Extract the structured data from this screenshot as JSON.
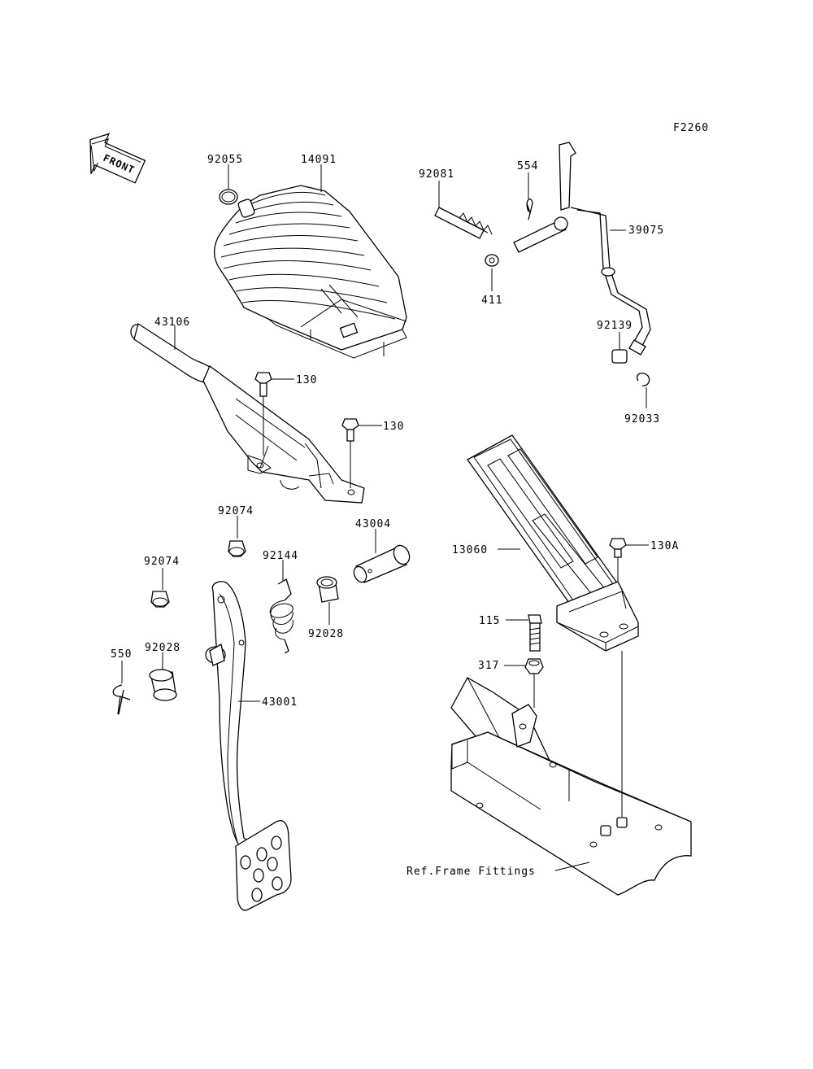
{
  "figure_code": "F2260",
  "front_arrow_label": "FRONT",
  "reference_label": "Ref.Frame Fittings",
  "callouts": {
    "c92055": "92055",
    "c14091": "14091",
    "c92081": "92081",
    "c554": "554",
    "c39075": "39075",
    "c411": "411",
    "c43106": "43106",
    "c130a": "130",
    "c130b": "130",
    "c92139": "92139",
    "c92033": "92033",
    "c92074a": "92074",
    "c43004": "43004",
    "c92074b": "92074",
    "c92144": "92144",
    "c13060": "13060",
    "c130A": "130A",
    "c92028a": "92028",
    "c115": "115",
    "c550": "550",
    "c92028b": "92028",
    "c317": "317",
    "c43001": "43001"
  }
}
